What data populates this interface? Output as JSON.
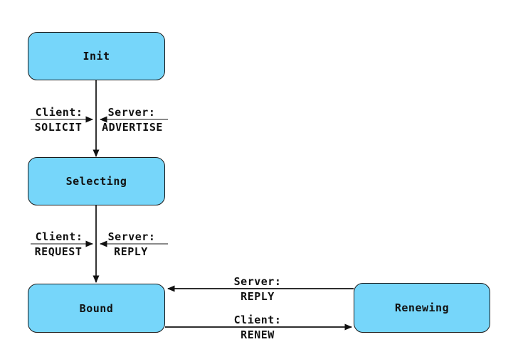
{
  "colors": {
    "box-fill": "#76d6fa",
    "box-border": "#1a1a1a",
    "arrow": "#111111",
    "label-line": "#8a8a8a",
    "text": "#111111",
    "bg": "#ffffff"
  },
  "diagram": {
    "type": "state-machine",
    "states": [
      {
        "id": "init",
        "label": "Init"
      },
      {
        "id": "selecting",
        "label": "Selecting"
      },
      {
        "id": "bound",
        "label": "Bound"
      },
      {
        "id": "renewing",
        "label": "Renewing"
      }
    ],
    "transitions": [
      {
        "from": "Init",
        "to": "Selecting",
        "client": {
          "role": "Client:",
          "message": "SOLICIT"
        },
        "server": {
          "role": "Server:",
          "message": "ADVERTISE"
        }
      },
      {
        "from": "Selecting",
        "to": "Bound",
        "client": {
          "role": "Client:",
          "message": "REQUEST"
        },
        "server": {
          "role": "Server:",
          "message": "REPLY"
        }
      },
      {
        "from": "Renewing",
        "to": "Bound",
        "actor": {
          "role": "Server:",
          "message": "REPLY"
        }
      },
      {
        "from": "Bound",
        "to": "Renewing",
        "actor": {
          "role": "Client:",
          "message": "RENEW"
        }
      }
    ]
  }
}
